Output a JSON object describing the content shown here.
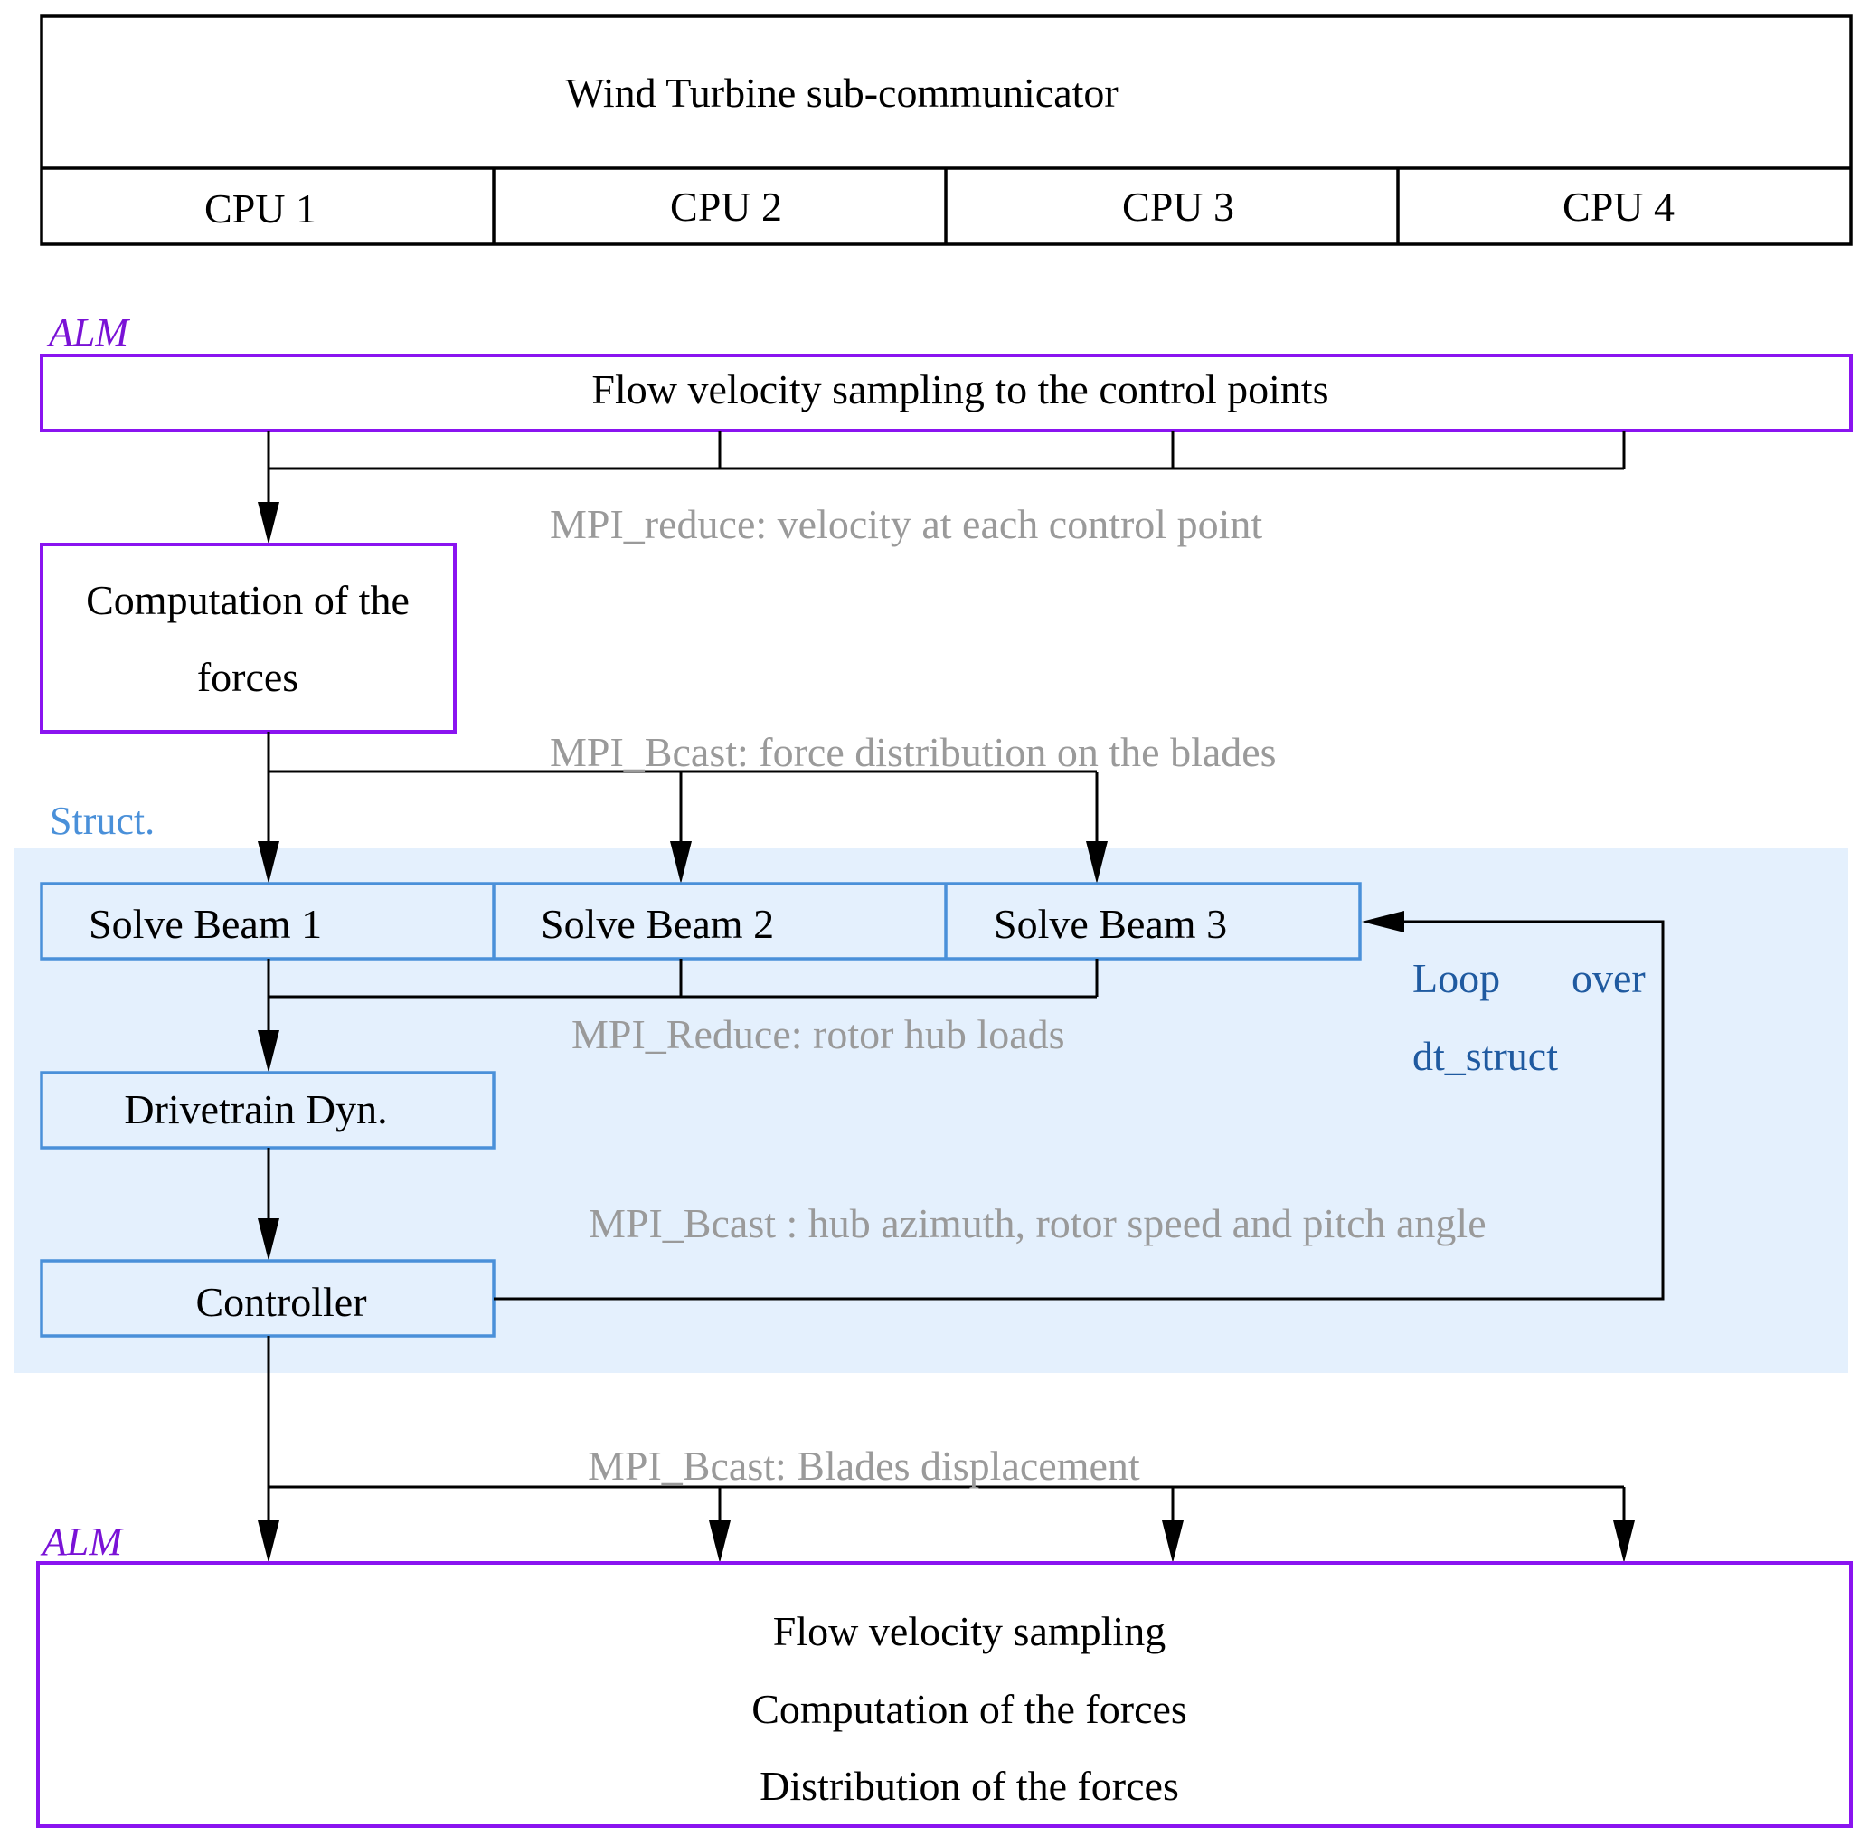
{
  "header": {
    "title": "Wind Turbine sub-communicator",
    "cpus": [
      "CPU 1",
      "CPU 2",
      "CPU 3",
      "CPU 4"
    ]
  },
  "alm_top": {
    "section_label": "ALM",
    "flow_box": "Flow velocity sampling to the control points",
    "reduce_label": "MPI_reduce: velocity at each control point",
    "computation_box": [
      "Computation of the",
      "forces"
    ],
    "bcast_label": "MPI_Bcast: force distribution on the blades"
  },
  "struct": {
    "section_label": "Struct.",
    "beams": [
      "Solve Beam 1",
      "Solve Beam 2",
      "Solve Beam 3"
    ],
    "reduce_label": "MPI_Reduce: rotor hub loads",
    "drivetrain": "Drivetrain Dyn.",
    "bcast_label": "MPI_Bcast : hub azimuth, rotor speed and pitch angle",
    "controller": "Controller",
    "loop_label": [
      "Loop",
      "over",
      "dt_struct"
    ]
  },
  "alm_bottom": {
    "bcast_label": "MPI_Bcast: Blades displacement",
    "section_label": "ALM",
    "lines": [
      "Flow velocity sampling",
      "Computation of the forces",
      "Distribution of the forces"
    ]
  },
  "colors": {
    "alm_purple": "#8a14f0",
    "struct_blue": "#4a90d9",
    "struct_bg": "#e4f0fd",
    "annotation_gray": "#9a9a9a",
    "loop_text": "#1f5aa0"
  }
}
